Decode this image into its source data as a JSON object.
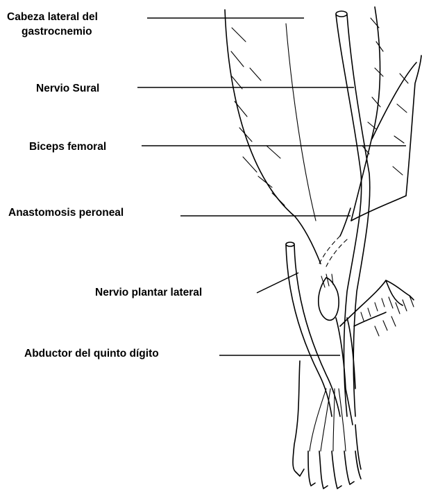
{
  "labels": {
    "gastrocnemius_line1": "Cabeza lateral del",
    "gastrocnemius_line2": "gastrocnemio",
    "sural_nerve": "Nervio Sural",
    "biceps_femoris": "Biceps femoral",
    "peroneal_anastomosis": "Anastomosis peroneal",
    "lateral_plantar_nerve": "Nervio plantar lateral",
    "abductor_fifth_digit": "Abductor del quinto dígito"
  },
  "colors": {
    "ink": "#000000",
    "background": "#ffffff"
  }
}
